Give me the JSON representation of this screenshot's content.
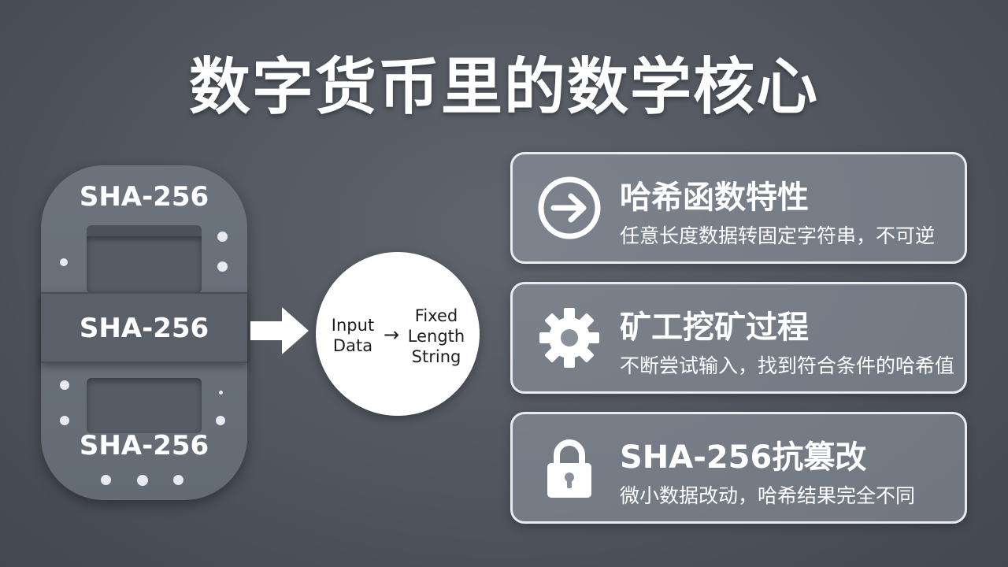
{
  "title": "数字货币里的数学核心",
  "diagram": {
    "labels": [
      "SHA-256",
      "SHA-256",
      "SHA-256"
    ],
    "circle": {
      "input_line1": "Input",
      "input_line2": "Data",
      "arrow": "→",
      "output_line1": "Fixed",
      "output_line2": "Length",
      "output_line3": "String"
    }
  },
  "cards": [
    {
      "icon": "arrow-right-circle-icon",
      "title": "哈希函数特性",
      "desc": "任意长度数据转固定字符串，不可逆"
    },
    {
      "icon": "gear-icon",
      "title": "矿工挖矿过程",
      "desc": "不断尝试输入，找到符合条件的哈希值"
    },
    {
      "icon": "lock-icon",
      "title": "SHA-256抗篡改",
      "desc": "微小数据改动，哈希结果完全不同"
    }
  ],
  "colors": {
    "background": "#50555e",
    "block": "#6c737d",
    "card_border": "#e9ebee",
    "text": "#ffffff"
  }
}
